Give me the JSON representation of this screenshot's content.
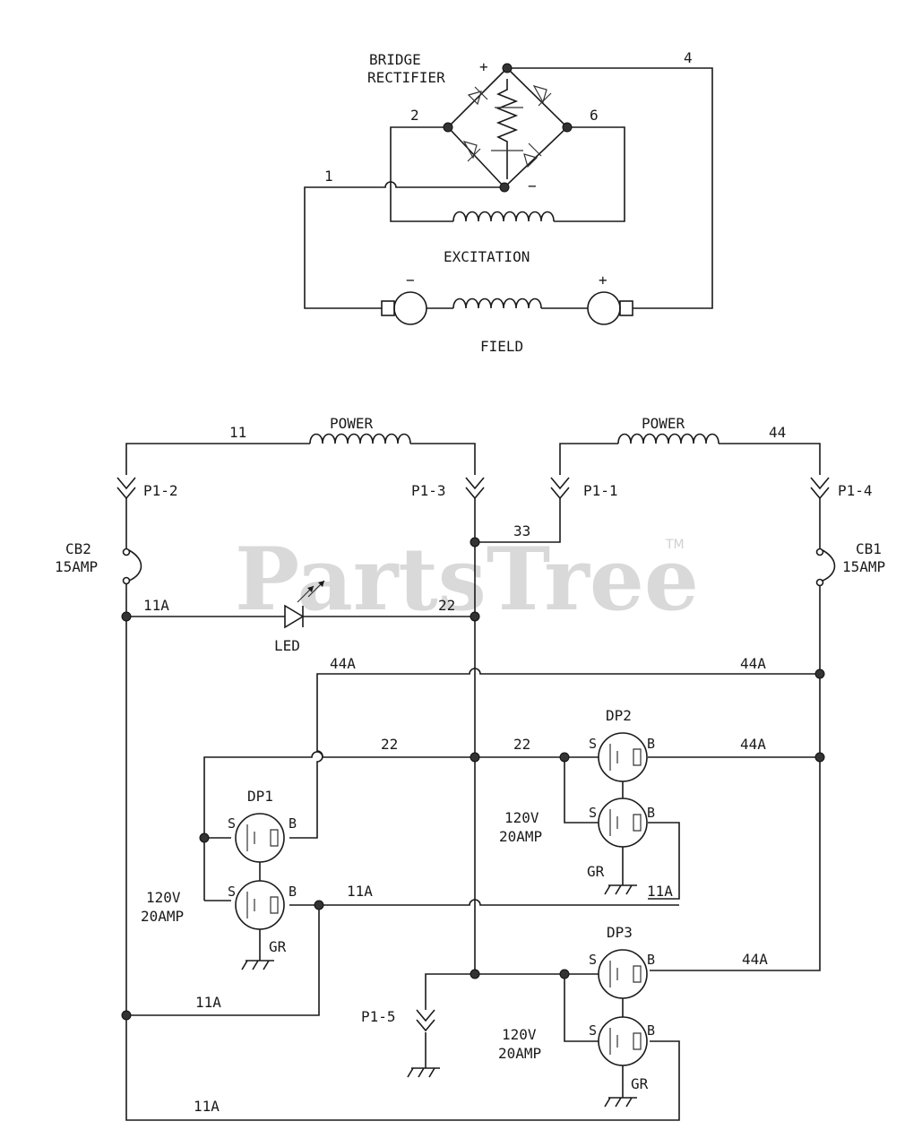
{
  "watermark": {
    "text": "PartsTree",
    "tm": "TM"
  },
  "excitation_circuit": {
    "bridge_label_1": "BRIDGE",
    "bridge_label_2": "RECTIFIER",
    "plus": "+",
    "minus": "−",
    "wire_1": "1",
    "wire_2": "2",
    "wire_4": "4",
    "wire_6": "6",
    "excitation": "EXCITATION",
    "field": "FIELD",
    "field_minus": "−",
    "field_plus": "+"
  },
  "power_circuit": {
    "power_left": "POWER",
    "power_right": "POWER",
    "wire_11": "11",
    "wire_44": "44",
    "p1_2": "P1-2",
    "p1_3": "P1-3",
    "p1_1": "P1-1",
    "p1_4": "P1-4",
    "p1_5": "P1-5",
    "wire_33": "33",
    "cb2_name": "CB2",
    "cb2_rating": "15AMP",
    "cb1_name": "CB1",
    "cb1_rating": "15AMP",
    "wire_11a_led": "11A",
    "wire_22_led": "22",
    "led": "LED",
    "wire_44a_top_left": "44A",
    "wire_44a_top_right": "44A",
    "wire_22_mid_left": "22",
    "wire_22_mid_right": "22",
    "wire_44a_dp2": "44A",
    "wire_11a_dp1": "11A",
    "wire_11a_dp2": "11A",
    "wire_44a_dp3": "44A",
    "wire_11a_bottom_left": "11A",
    "wire_11a_bottom": "11A"
  },
  "receptacles": {
    "dp1": {
      "name": "DP1",
      "rating_v": "120V",
      "rating_a": "20AMP",
      "s": "S",
      "b": "B",
      "gr": "GR"
    },
    "dp2": {
      "name": "DP2",
      "rating_v": "120V",
      "rating_a": "20AMP",
      "s": "S",
      "b": "B",
      "gr": "GR"
    },
    "dp3": {
      "name": "DP3",
      "rating_v": "120V",
      "rating_a": "20AMP",
      "s": "S",
      "b": "B",
      "gr": "GR"
    }
  }
}
